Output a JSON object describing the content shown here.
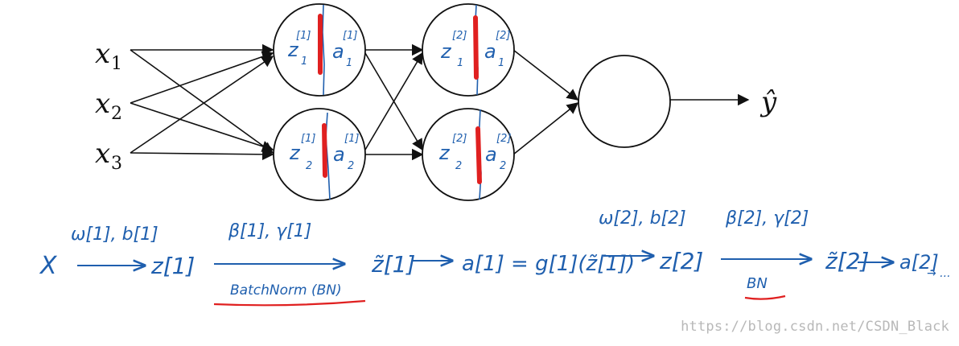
{
  "network": {
    "inputs": [
      {
        "base": "x",
        "sub": "1"
      },
      {
        "base": "x",
        "sub": "2"
      },
      {
        "base": "x",
        "sub": "3"
      }
    ],
    "layer1_nodes": [
      {
        "z": "z",
        "z_sub": "1",
        "z_sup": "[1]",
        "a": "a",
        "a_sub": "1",
        "a_sup": "[1]"
      },
      {
        "z": "z",
        "z_sub": "2",
        "z_sup": "[1]",
        "a": "a",
        "a_sub": "2",
        "a_sup": "[1]"
      }
    ],
    "layer2_nodes": [
      {
        "z": "z",
        "z_sub": "1",
        "z_sup": "[2]",
        "a": "a",
        "a_sub": "1",
        "a_sup": "[2]"
      },
      {
        "z": "z",
        "z_sub": "2",
        "z_sup": "[2]",
        "a": "a",
        "a_sub": "2",
        "a_sup": "[2]"
      }
    ],
    "output_label": "ŷ"
  },
  "pipeline": {
    "x": "X",
    "w1b1": "ω[1], b[1]",
    "z1": "z[1]",
    "beta1gamma1": "β[1], γ[1]",
    "batchnorm_label": "BatchNorm (BN)",
    "ztilde1": "z̃[1]",
    "a1_expr": "a[1] = g[1](z̃[1])",
    "w2b2": "ω[2], b[2]",
    "z2": "z[2]",
    "beta2gamma2": "β[2], γ[2]",
    "bn_label": "BN",
    "ztilde2": "z̃[2]",
    "a2": "a[2]",
    "ellipsis": "→ ..."
  },
  "watermark": "https://blog.csdn.net/CSDN_Black",
  "colors": {
    "ink": "#1f5fae",
    "highlight": "#e02020",
    "edges": "#111111"
  }
}
